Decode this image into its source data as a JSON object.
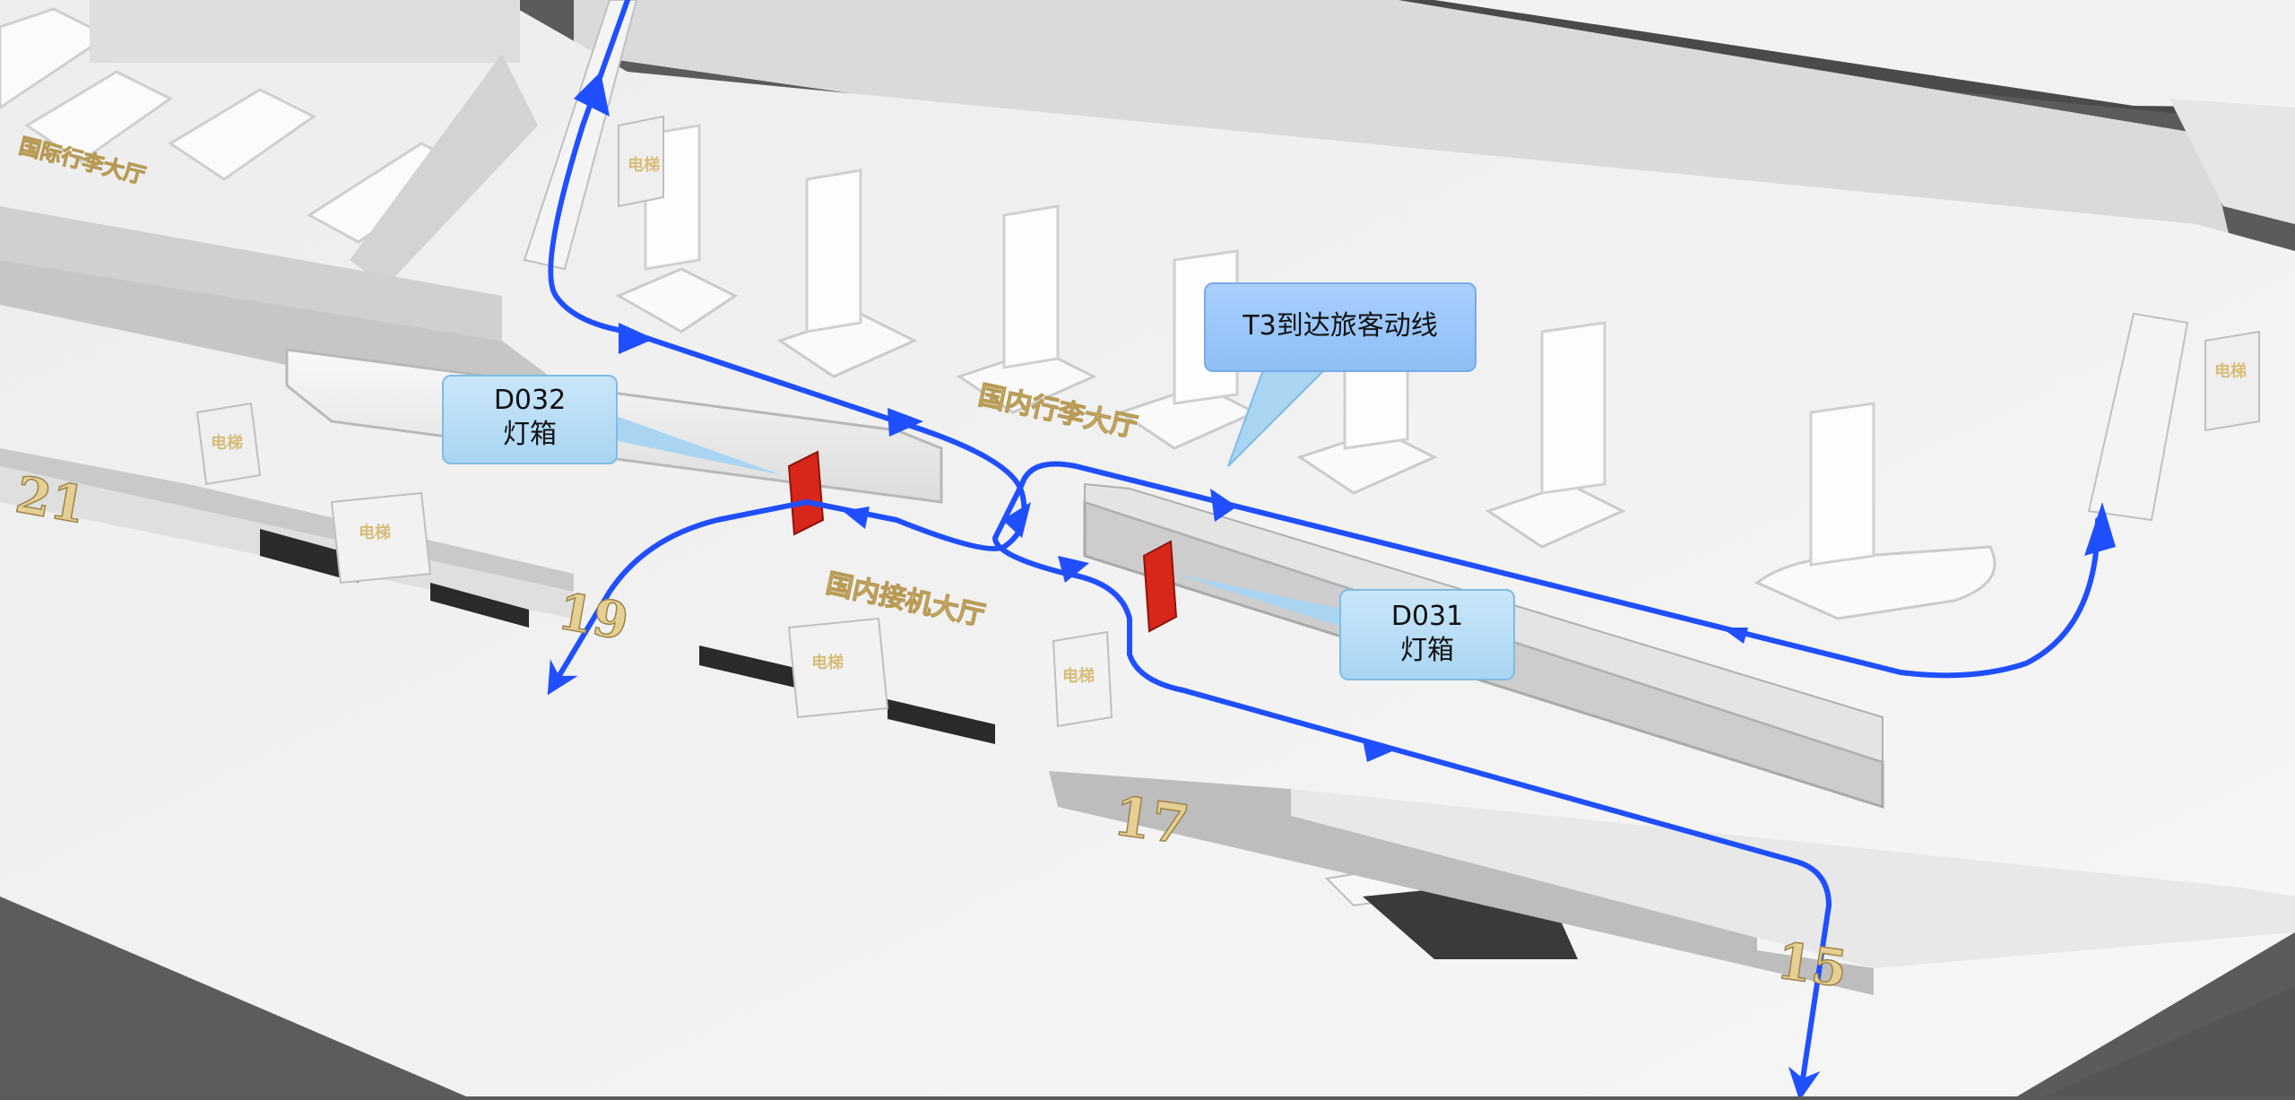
{
  "map": {
    "halls": {
      "international_baggage": "国际行李大厅",
      "domestic_baggage": "国内行李大厅",
      "domestic_arrival": "国内接机大厅"
    },
    "elevator_label": "电梯",
    "gates": [
      "21",
      "19",
      "17",
      "15"
    ],
    "callouts": {
      "route": "T3到达旅客动线",
      "d032_code": "D032",
      "d032_type": "灯箱",
      "d031_code": "D031",
      "d031_type": "灯箱"
    },
    "colors": {
      "route_line": "#1f4fff",
      "lightbox": "#d8261a",
      "callout_fill": "#b7dcf6",
      "label_gold": "#e6cf93"
    },
    "icons": [
      "route-arrow-icon",
      "lightbox-marker-icon",
      "stairs-icon",
      "elevator-icon"
    ]
  }
}
